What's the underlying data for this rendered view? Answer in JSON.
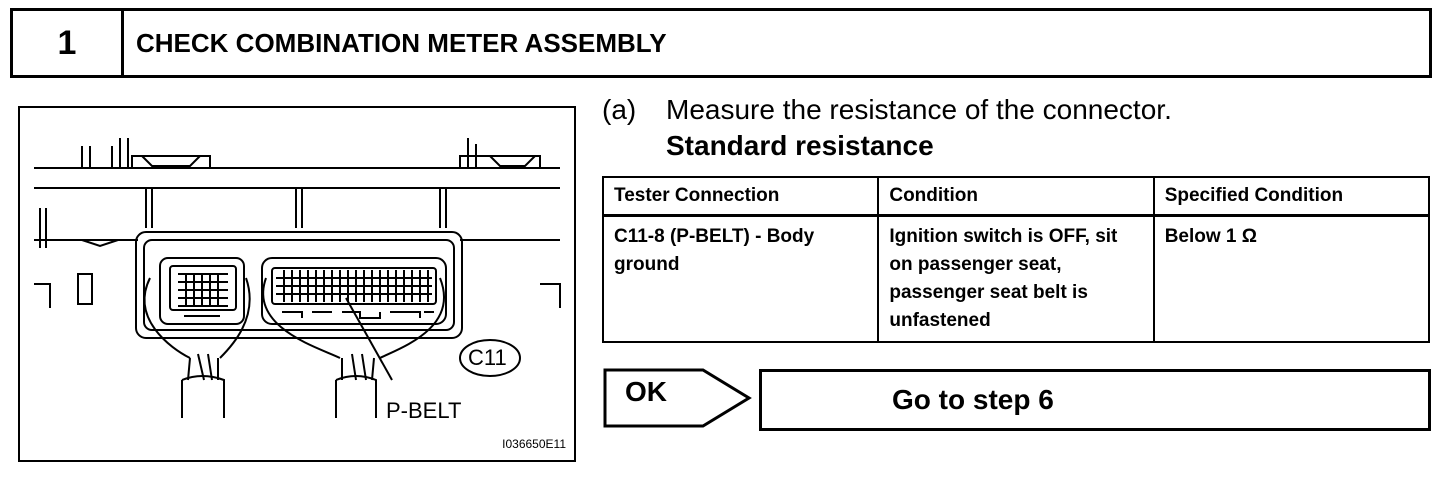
{
  "step": {
    "number": "1",
    "title": "CHECK COMBINATION METER ASSEMBLY"
  },
  "figure": {
    "connector_label": "C11",
    "pin_label": "P-BELT",
    "image_id": "I036650E11"
  },
  "instruction": {
    "tag": "(a)",
    "text": "Measure the resistance of the connector.",
    "subheading": "Standard resistance"
  },
  "table": {
    "headers": [
      "Tester Connection",
      "Condition",
      "Specified Condition"
    ],
    "rows": [
      [
        "C11-8 (P-BELT) - Body ground",
        "Ignition switch is OFF, sit on passenger seat, passenger seat belt is unfastened",
        "Below 1 Ω"
      ]
    ]
  },
  "result": {
    "ok_label": "OK",
    "action": "Go to step 6"
  }
}
